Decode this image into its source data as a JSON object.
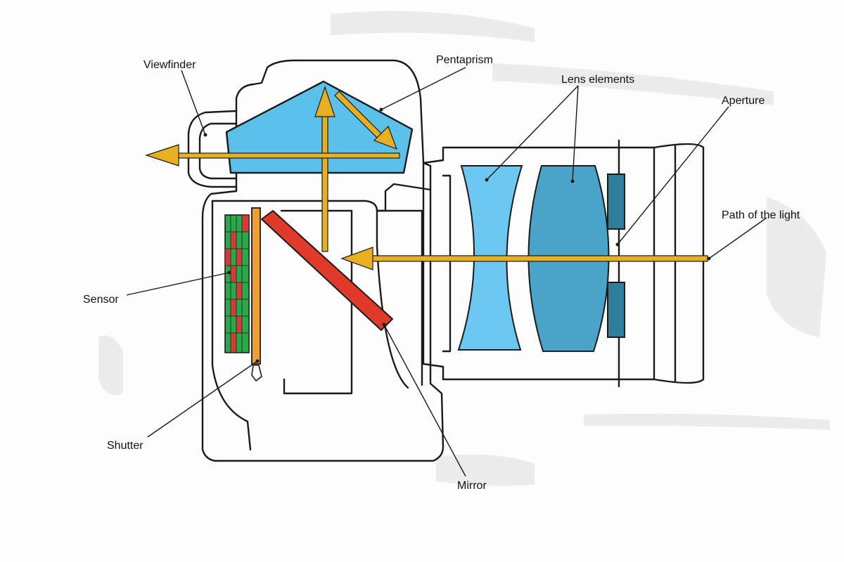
{
  "diagram": {
    "labels": {
      "viewfinder": "Viewfinder",
      "pentaprism": "Pentaprism",
      "lens_elements": "Lens elements",
      "aperture": "Aperture",
      "path_of_light": "Path of the light",
      "sensor": "Sensor",
      "shutter": "Shutter",
      "mirror": "Mirror"
    },
    "colors": {
      "outline": "#1a1a1a",
      "pentaprism_fill": "#5bc0ea",
      "lens_concave_fill": "#6cc8f0",
      "lens_convex_fill": "#4aa3c8",
      "aperture_blade_fill": "#2d7f9c",
      "mirror_fill": "#e23a2a",
      "shutter_fill": "#f0a030",
      "light_path": "#e8b020",
      "sensor_green": "#2aa84a",
      "sensor_red": "#d83a3a"
    }
  }
}
